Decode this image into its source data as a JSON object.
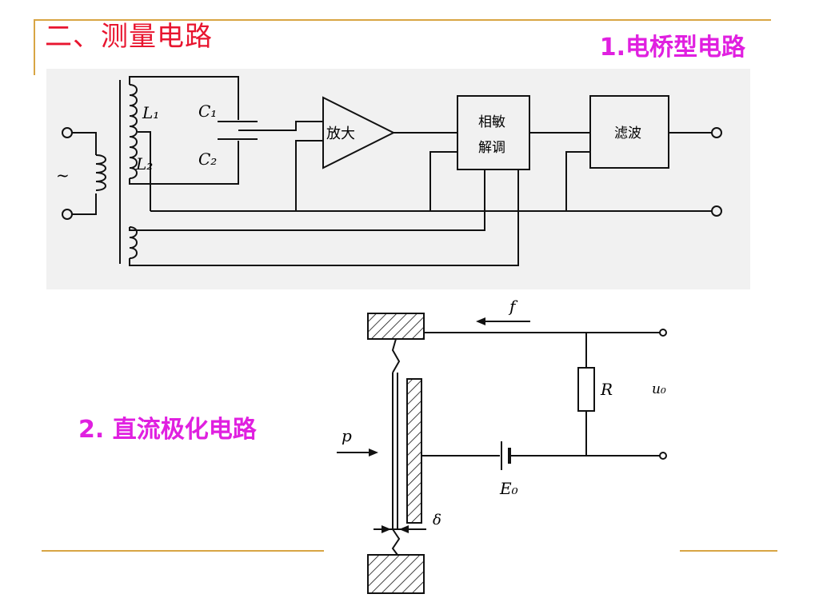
{
  "colors": {
    "accent_rule": "#d8a544",
    "title": "#e8152f",
    "label": "#e020e0"
  },
  "header": {
    "title": "二、测量电路"
  },
  "sections": {
    "bridge": {
      "label": "1.电桥型电路"
    },
    "dc": {
      "label": "2. 直流极化电路"
    }
  },
  "fig1": {
    "l1": "L₁",
    "l2": "L₂",
    "c1": "C₁",
    "c2": "C₂",
    "source": "~",
    "amp": "放大",
    "demod_1": "相敏",
    "demod_2": "解调",
    "filter": "滤波"
  },
  "fig2": {
    "f": "f",
    "r": "R",
    "uo": "u₀",
    "p": "p",
    "e0": "E₀",
    "delta": "δ"
  }
}
